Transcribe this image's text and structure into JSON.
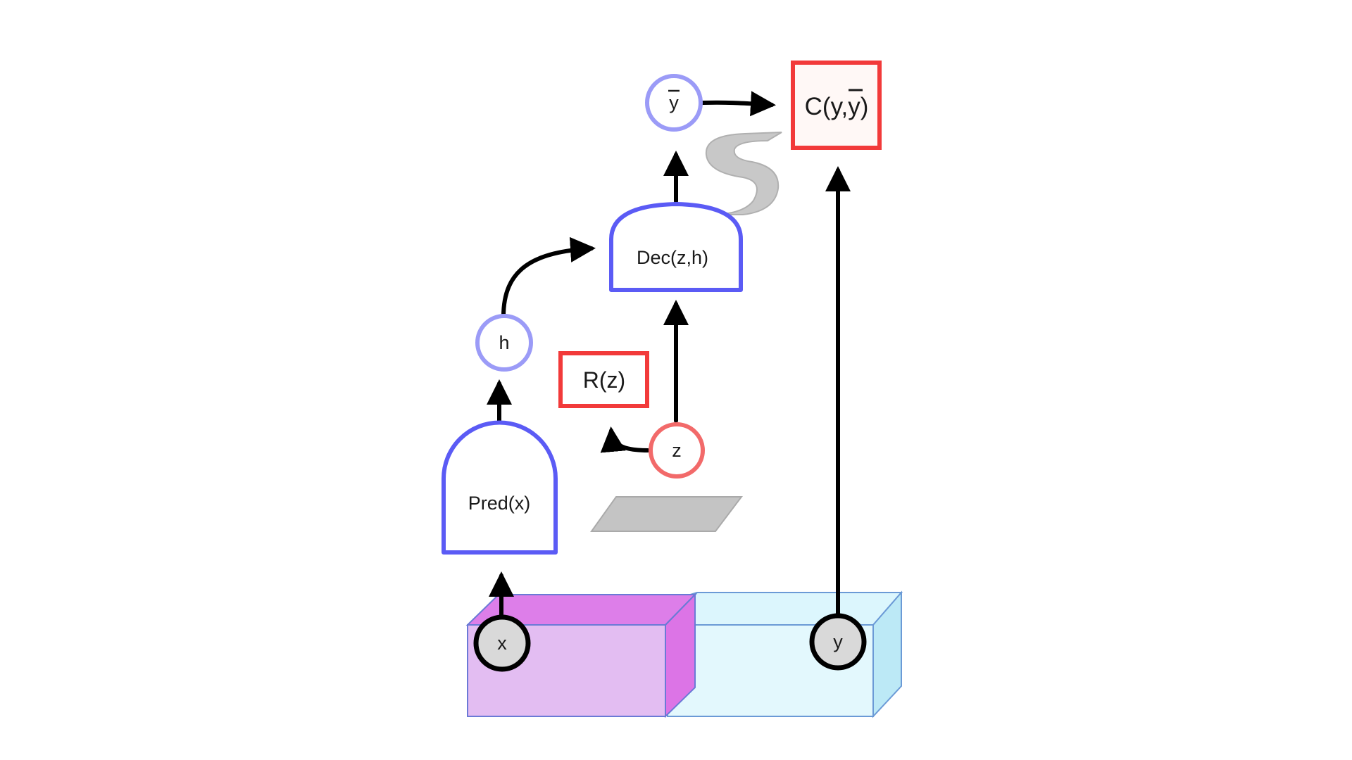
{
  "nodes": {
    "x": {
      "label": "x"
    },
    "y": {
      "label": "y"
    },
    "pred": {
      "label": "Pred(x)"
    },
    "h": {
      "label": "h"
    },
    "z": {
      "label": "z"
    },
    "reg": {
      "label": "R(z)"
    },
    "dec": {
      "label": "Dec(z,h)"
    },
    "ybar": {
      "label": "y"
    },
    "cost": {
      "label_prefix": "C(y,",
      "label_bar": "y",
      "label_suffix": ")"
    }
  },
  "edges": [
    {
      "from": "x",
      "to": "pred"
    },
    {
      "from": "pred",
      "to": "h"
    },
    {
      "from": "h",
      "to": "dec"
    },
    {
      "from": "z",
      "to": "dec"
    },
    {
      "from": "z",
      "to": "reg"
    },
    {
      "from": "dec",
      "to": "ybar"
    },
    {
      "from": "ybar",
      "to": "cost"
    },
    {
      "from": "y",
      "to": "cost"
    }
  ],
  "colors": {
    "deterministic_module": "#5b5bf5",
    "deterministic_variable": "#9b9bf7",
    "cost_module": "#f23a3a",
    "latent_variable": "#f26a6a",
    "observed_variable": "#000000",
    "observed_fill": "#d9d9d9",
    "x_block_front": "#e3bdf2",
    "x_block_top": "#dd7ee9",
    "y_block_front": "#e3f8fd",
    "y_block_side": "#bce9f6",
    "decorations": "#c4c4c4"
  }
}
